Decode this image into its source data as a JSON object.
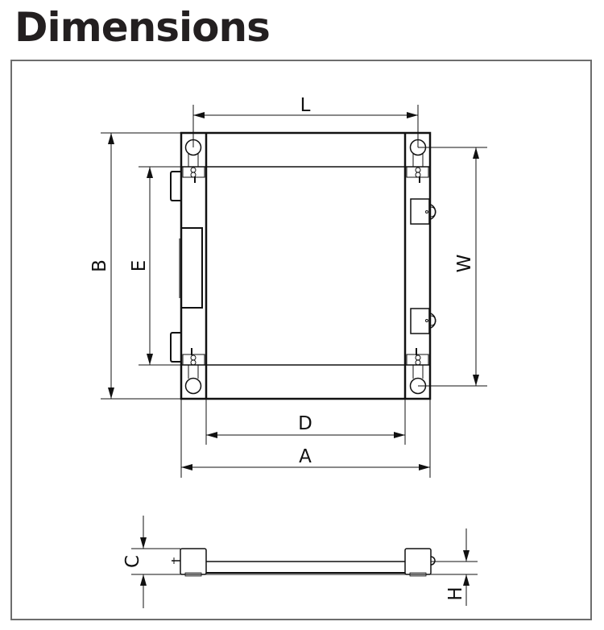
{
  "title": "Dimensions",
  "top_view": {
    "labels": {
      "L": "L",
      "W": "W",
      "B": "B",
      "E": "E",
      "D": "D",
      "A": "A"
    }
  },
  "side_view": {
    "labels": {
      "C": "C",
      "H": "H"
    }
  },
  "colors": {
    "line": "#111111",
    "frame": "#6d6d6d",
    "title": "#231f20",
    "foot_fill": "#c8c8c8"
  }
}
